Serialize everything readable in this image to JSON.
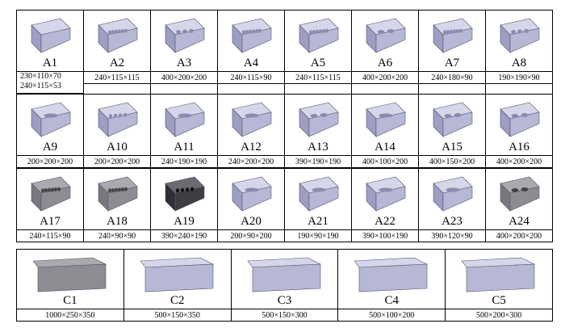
{
  "rows": [
    [
      {
        "code": "A1",
        "dims": [
          "230×110×70",
          "240×115×53"
        ],
        "icon": "solid-brick-icon"
      },
      {
        "code": "A2",
        "dims": [
          "240×115×115"
        ],
        "icon": "perforated-brick-icon"
      },
      {
        "code": "A3",
        "dims": [
          "400×200×200"
        ],
        "icon": "round-hole-block-icon"
      },
      {
        "code": "A4",
        "dims": [
          "240×115×90"
        ],
        "icon": "multi-hole-block-icon"
      },
      {
        "code": "A5",
        "dims": [
          "240×115×115"
        ],
        "icon": "multi-hole-block-icon"
      },
      {
        "code": "A6",
        "dims": [
          "400×200×200"
        ],
        "icon": "hollow-block-icon"
      },
      {
        "code": "A7",
        "dims": [
          "240×180×90"
        ],
        "icon": "multi-hole-block-icon"
      },
      {
        "code": "A8",
        "dims": [
          "190×190×90"
        ],
        "icon": "round-hole-block-icon"
      }
    ],
    [
      {
        "code": "A9",
        "dims": [
          "200×200×200"
        ],
        "icon": "single-hole-block-icon"
      },
      {
        "code": "A10",
        "dims": [
          "200×200×200"
        ],
        "icon": "four-hole-block-icon"
      },
      {
        "code": "A11",
        "dims": [
          "240×190×190"
        ],
        "icon": "single-hole-block-icon"
      },
      {
        "code": "A12",
        "dims": [
          "240×200×200"
        ],
        "icon": "single-hole-block-icon"
      },
      {
        "code": "A13",
        "dims": [
          "390×190×190"
        ],
        "icon": "two-slot-block-icon"
      },
      {
        "code": "A14",
        "dims": [
          "400×100×200"
        ],
        "icon": "single-hole-block-icon"
      },
      {
        "code": "A15",
        "dims": [
          "400×150×200"
        ],
        "icon": "two-hole-block-icon"
      },
      {
        "code": "A16",
        "dims": [
          "400×200×200"
        ],
        "icon": "two-hole-block-icon"
      }
    ],
    [
      {
        "code": "A17",
        "dims": [
          "240×115×90"
        ],
        "icon": "gray-perforated-brick-icon"
      },
      {
        "code": "A18",
        "dims": [
          "240×90×90"
        ],
        "icon": "gray-perforated-brick-icon"
      },
      {
        "code": "A19",
        "dims": [
          "390×240×190"
        ],
        "icon": "dark-grid-block-icon"
      },
      {
        "code": "A20",
        "dims": [
          "200×90×200"
        ],
        "icon": "slot-block-icon"
      },
      {
        "code": "A21",
        "dims": [
          "190×90×190"
        ],
        "icon": "slot-block-icon"
      },
      {
        "code": "A22",
        "dims": [
          "390×100×190"
        ],
        "icon": "slot-block-icon"
      },
      {
        "code": "A23",
        "dims": [
          "390×120×90"
        ],
        "icon": "slot-block-icon"
      },
      {
        "code": "A24",
        "dims": [
          "400×200×200"
        ],
        "icon": "gray-hollow-block-icon"
      }
    ]
  ],
  "curbs": [
    {
      "code": "C1",
      "dims": [
        "1000×250×350"
      ],
      "icon": "gray-curbstone-icon"
    },
    {
      "code": "C2",
      "dims": [
        "500×150×350"
      ],
      "icon": "curbstone-icon"
    },
    {
      "code": "C3",
      "dims": [
        "500×150×300"
      ],
      "icon": "curbstone-icon"
    },
    {
      "code": "C4",
      "dims": [
        "500×100×200"
      ],
      "icon": "curbstone-icon"
    },
    {
      "code": "C5",
      "dims": [
        "500×200×300"
      ],
      "icon": "curbstone-icon"
    }
  ]
}
